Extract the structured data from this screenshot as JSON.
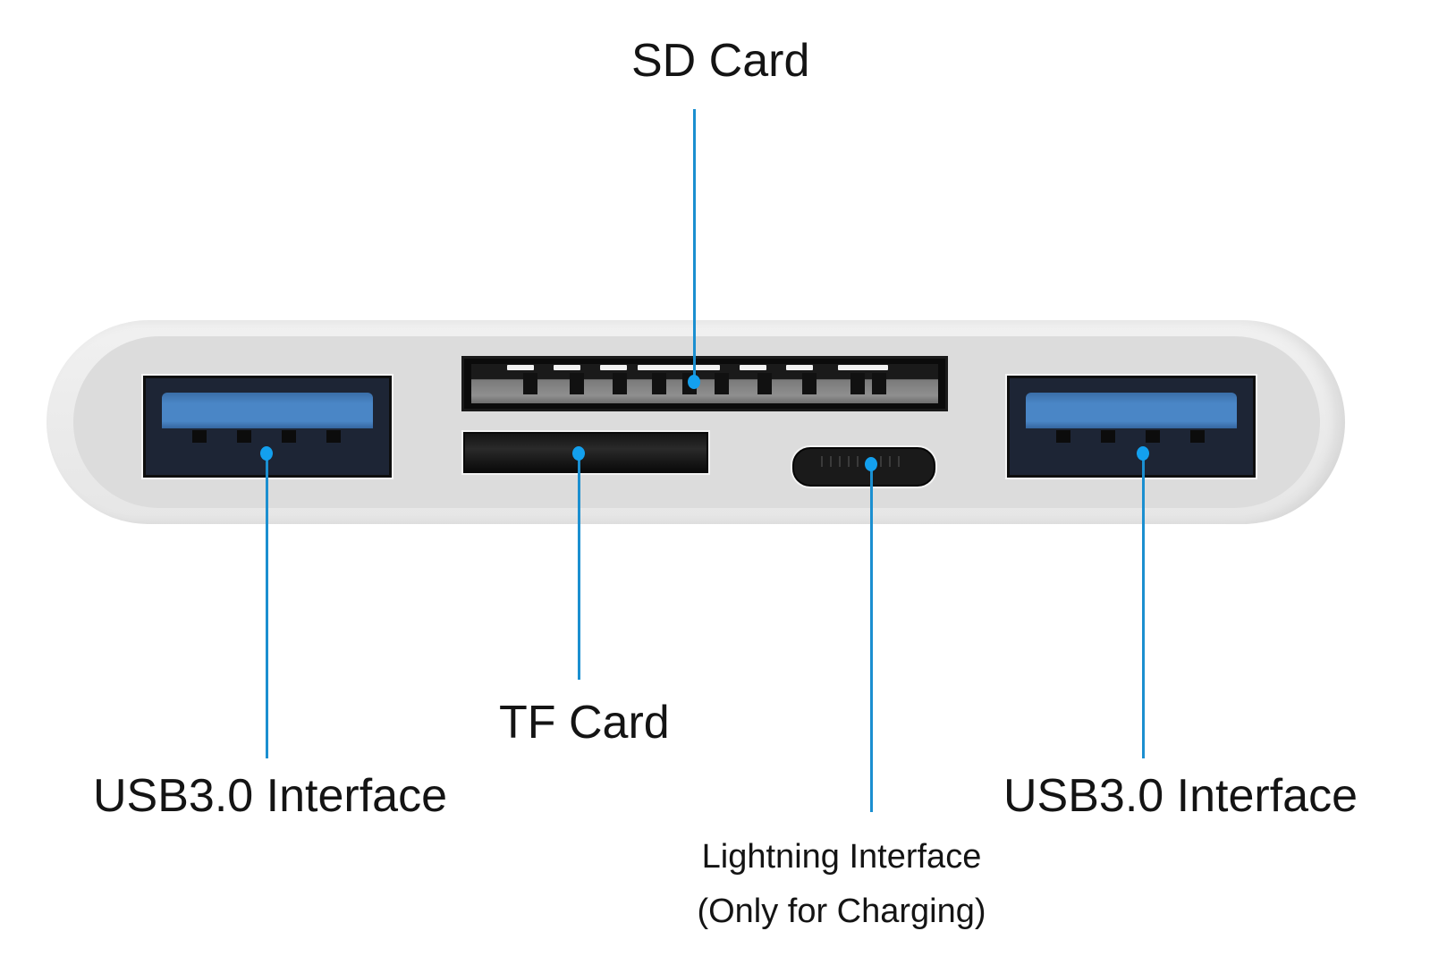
{
  "diagram": {
    "subject": "USB hub with card reader and Lightning port",
    "callouts": [
      {
        "id": "sd",
        "label": "SD Card"
      },
      {
        "id": "tf",
        "label": "TF Card"
      },
      {
        "id": "usb_left",
        "label": "USB3.0 Interface"
      },
      {
        "id": "usb_right",
        "label": "USB3.0 Interface"
      },
      {
        "id": "lightning",
        "label_line1": "Lightning Interface",
        "label_line2": "(Only for Charging)"
      }
    ],
    "colors": {
      "leader_line": "#1b8fd0",
      "callout_dot": "#13a0ee",
      "usb_tongue": "#4a86c6",
      "port_body": "#1d2535",
      "device_body": "#dcdcdc"
    }
  }
}
